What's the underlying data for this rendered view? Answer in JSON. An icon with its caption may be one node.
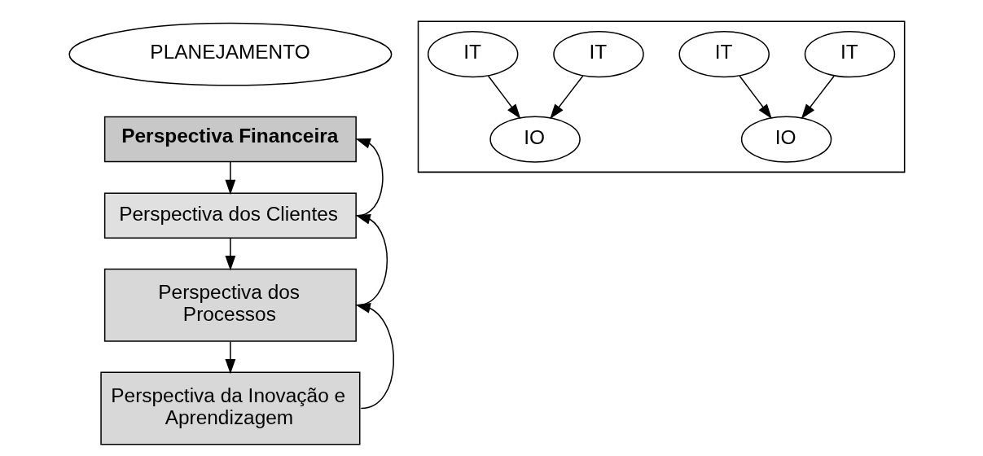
{
  "diagram": {
    "nodes": [
      {
        "text": [
          "PLANEJAMENTO"
        ]
      },
      {
        "text": [
          "Perspectiva Financeira"
        ]
      },
      {
        "text": [
          "Perspectiva dos Clientes"
        ]
      },
      {
        "text": [
          "Perspectiva dos Processos"
        ]
      },
      {
        "text": [
          "Perspectiva da Inovação e Aprendizagem"
        ]
      },
      {
        "text": [],
        "shape": "box"
      },
      {
        "text": [
          "IO"
        ],
        "in": 5
      },
      {
        "text": [
          "IO"
        ],
        "in": 5
      },
      {
        "text": [
          "IT"
        ],
        "in": 5
      },
      {
        "text": [
          "IT"
        ],
        "in": 5
      },
      {
        "text": [
          "IT"
        ],
        "in": 5
      },
      {
        "text": [
          "IT"
        ],
        "in": 5
      }
    ],
    "edges": [
      {
        "from": 1,
        "to": 2,
        "arrow": "to"
      },
      {
        "from": 2,
        "to": 3,
        "arrow": "to"
      },
      {
        "from": 3,
        "to": 4,
        "arrow": "to"
      },
      {
        "from": 2,
        "to": 1,
        "arrow": "to"
      },
      {
        "from": 3,
        "to": 2,
        "arrow": "to"
      },
      {
        "from": 4,
        "to": 3,
        "arrow": "to"
      },
      {
        "from": 8,
        "to": 6,
        "arrow": "to"
      },
      {
        "from": 9,
        "to": 6,
        "arrow": "to"
      },
      {
        "from": 10,
        "to": 7,
        "arrow": "to"
      },
      {
        "from": 11,
        "to": 7,
        "arrow": "to"
      }
    ]
  }
}
